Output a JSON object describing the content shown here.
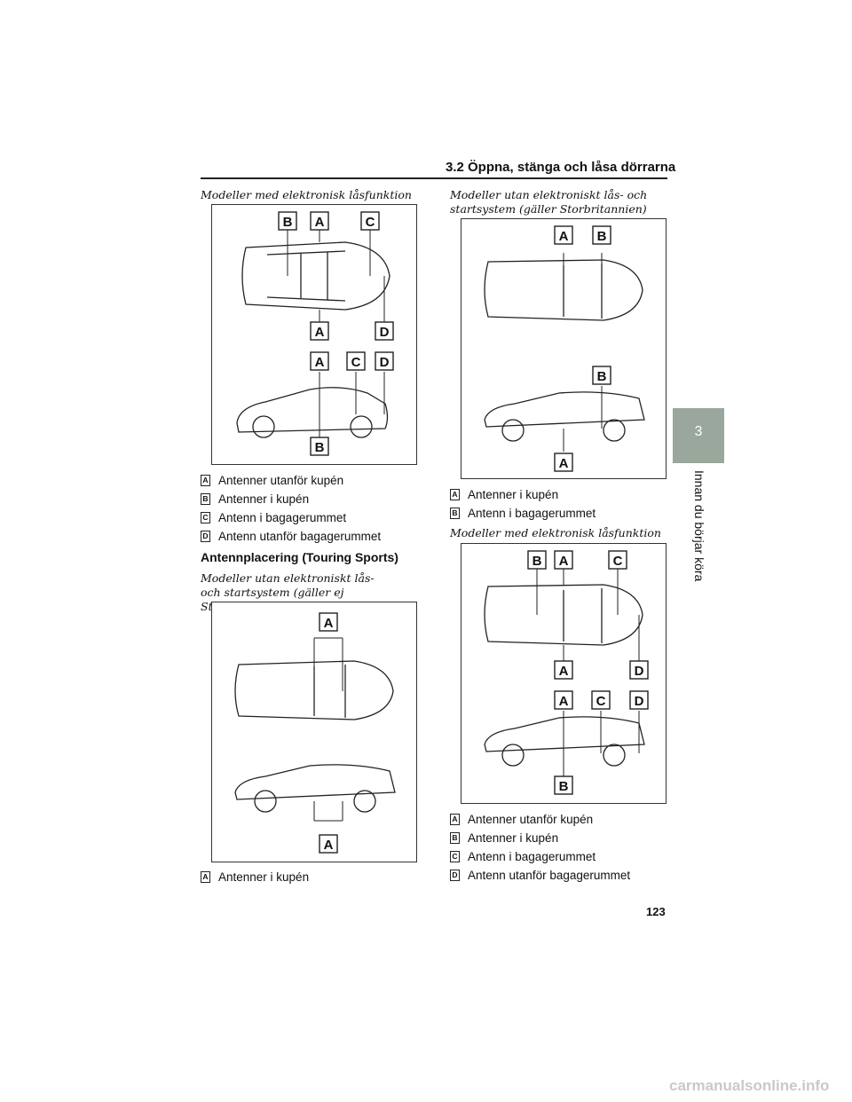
{
  "header": {
    "title": "3.2  Öppna, stänga och låsa dörrarna"
  },
  "sidebar": {
    "chapter_number": "3",
    "chapter_title": "Innan du börjar köra"
  },
  "page_number": "123",
  "watermark": "carmanualsonline.info",
  "left_column": {
    "caption1": "Modeller med elektronisk låsfunktion",
    "figure1_labels": [
      "B",
      "A",
      "C",
      "A",
      "D",
      "A",
      "C",
      "D",
      "B"
    ],
    "legend1": [
      {
        "badge": "A",
        "text": "Antenner utanför kupén"
      },
      {
        "badge": "B",
        "text": "Antenner i kupén"
      },
      {
        "badge": "C",
        "text": "Antenn i bagagerummet"
      },
      {
        "badge": "D",
        "text": "Antenn utanför bagagerummet"
      }
    ],
    "section_title": "Antennplacering (Touring Sports)",
    "caption2": "Modeller utan elektroniskt lås- och startsystem (gäller ej Storbritannien)",
    "figure2_labels": [
      "A",
      "A"
    ],
    "legend2": [
      {
        "badge": "A",
        "text": "Antenner i kupén"
      }
    ]
  },
  "right_column": {
    "caption1": "Modeller utan elektroniskt lås- och startsystem (gäller Storbritannien)",
    "figure1_labels": [
      "A",
      "B",
      "B",
      "A"
    ],
    "legend1": [
      {
        "badge": "A",
        "text": "Antenner i kupén"
      },
      {
        "badge": "B",
        "text": "Antenn i bagagerummet"
      }
    ],
    "caption2": "Modeller med elektronisk låsfunktion",
    "figure2_labels": [
      "B",
      "A",
      "C",
      "A",
      "D",
      "A",
      "C",
      "D",
      "B"
    ],
    "legend2": [
      {
        "badge": "A",
        "text": "Antenner utanför kupén"
      },
      {
        "badge": "B",
        "text": "Antenner i kupén"
      },
      {
        "badge": "C",
        "text": "Antenn i bagagerummet"
      },
      {
        "badge": "D",
        "text": "Antenn utanför bagagerummet"
      }
    ]
  }
}
